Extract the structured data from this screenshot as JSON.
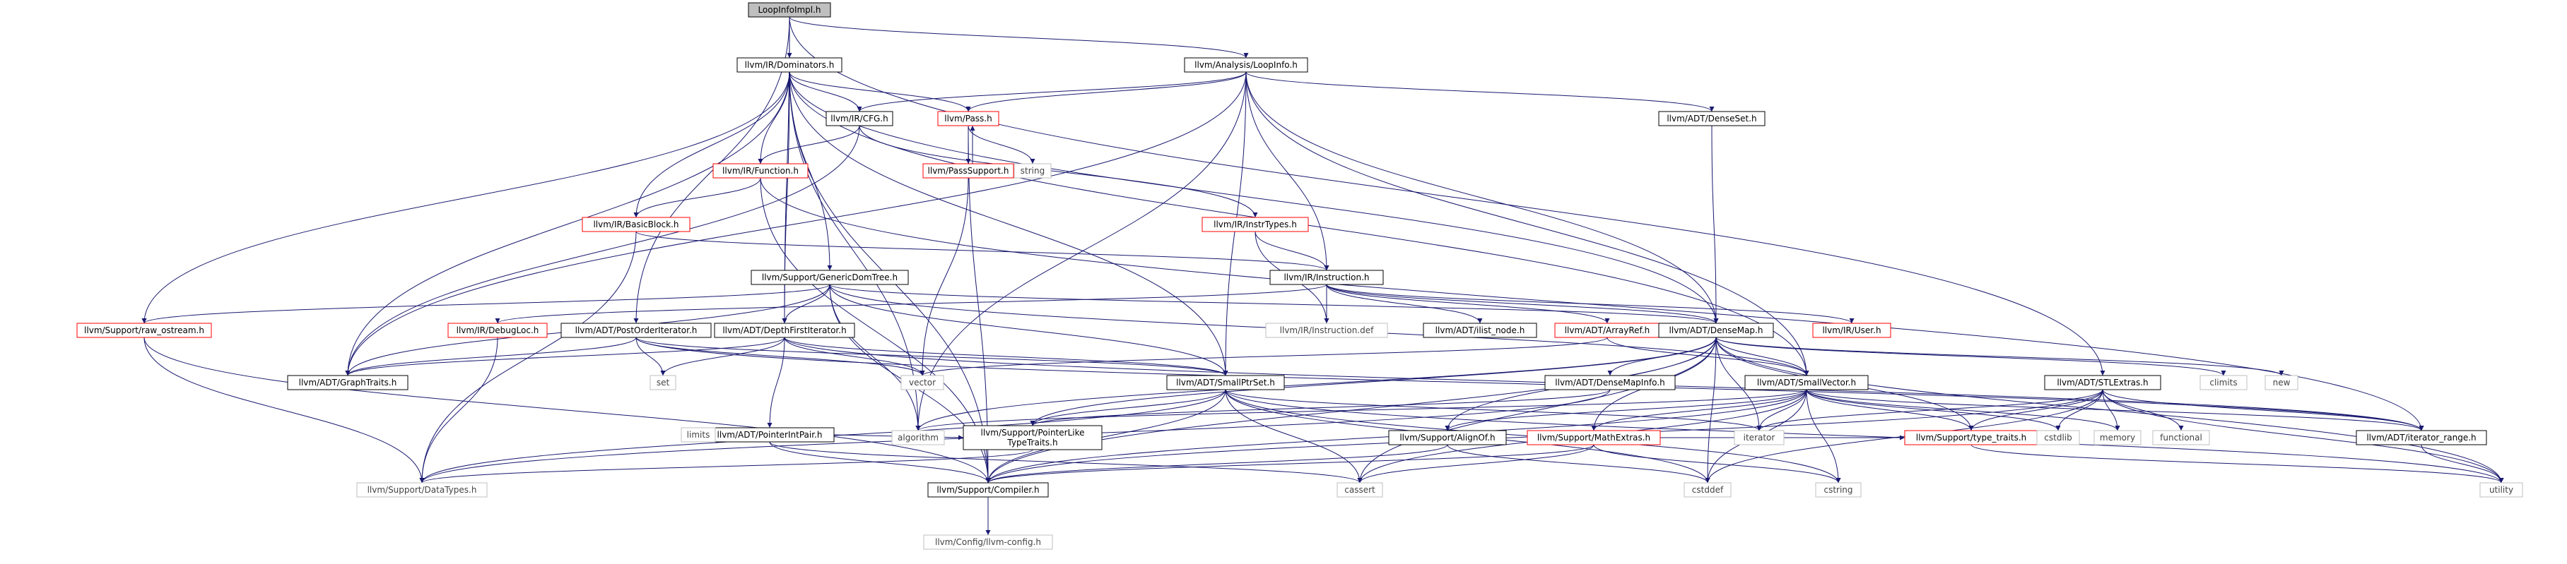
{
  "diagram": {
    "type": "include-dependency-graph",
    "colors": {
      "edge": "#191970",
      "root_fill": "#bfbfbf",
      "node_border": "#000000",
      "documented_border_red": "#ff0000",
      "external_border": "#bfbfbf",
      "external_text": "#444444"
    },
    "nodes": [
      {
        "id": "loopinfoimpl",
        "label": "LoopInfoImpl.h",
        "kind": "root"
      },
      {
        "id": "dominators",
        "label": "llvm/IR/Dominators.h",
        "kind": "normal"
      },
      {
        "id": "loopinfo",
        "label": "llvm/Analysis/LoopInfo.h",
        "kind": "normal"
      },
      {
        "id": "cfg",
        "label": "llvm/IR/CFG.h",
        "kind": "normal"
      },
      {
        "id": "pass",
        "label": "llvm/Pass.h",
        "kind": "red"
      },
      {
        "id": "denseset",
        "label": "llvm/ADT/DenseSet.h",
        "kind": "normal"
      },
      {
        "id": "passsupport",
        "label": "llvm/PassSupport.h",
        "kind": "red"
      },
      {
        "id": "string",
        "label": "string",
        "kind": "external"
      },
      {
        "id": "function",
        "label": "llvm/IR/Function.h",
        "kind": "red"
      },
      {
        "id": "instrtypes",
        "label": "llvm/IR/InstrTypes.h",
        "kind": "red"
      },
      {
        "id": "basicblock",
        "label": "llvm/IR/BasicBlock.h",
        "kind": "red"
      },
      {
        "id": "genericdomtree",
        "label": "llvm/Support/GenericDomTree.h",
        "kind": "normal"
      },
      {
        "id": "instruction",
        "label": "llvm/IR/Instruction.h",
        "kind": "normal"
      },
      {
        "id": "rawostream",
        "label": "llvm/Support/raw_ostream.h",
        "kind": "red"
      },
      {
        "id": "debugloc",
        "label": "llvm/IR/DebugLoc.h",
        "kind": "red"
      },
      {
        "id": "postorder",
        "label": "llvm/ADT/PostOrderIterator.h",
        "kind": "normal"
      },
      {
        "id": "dfi",
        "label": "llvm/ADT/DepthFirstIterator.h",
        "kind": "normal"
      },
      {
        "id": "instructiondef",
        "label": "llvm/IR/Instruction.def",
        "kind": "external"
      },
      {
        "id": "ilistnode",
        "label": "llvm/ADT/ilist_node.h",
        "kind": "normal"
      },
      {
        "id": "arrayref",
        "label": "llvm/ADT/ArrayRef.h",
        "kind": "red"
      },
      {
        "id": "densemap",
        "label": "llvm/ADT/DenseMap.h",
        "kind": "normal"
      },
      {
        "id": "user",
        "label": "llvm/IR/User.h",
        "kind": "red"
      },
      {
        "id": "graphtraits",
        "label": "llvm/ADT/GraphTraits.h",
        "kind": "normal"
      },
      {
        "id": "set",
        "label": "set",
        "kind": "external"
      },
      {
        "id": "vector",
        "label": "vector",
        "kind": "external"
      },
      {
        "id": "smallptrset",
        "label": "llvm/ADT/SmallPtrSet.h",
        "kind": "normal"
      },
      {
        "id": "densemapinfo",
        "label": "llvm/ADT/DenseMapInfo.h",
        "kind": "normal"
      },
      {
        "id": "smallvector",
        "label": "llvm/ADT/SmallVector.h",
        "kind": "normal"
      },
      {
        "id": "stlextras",
        "label": "llvm/ADT/STLExtras.h",
        "kind": "normal"
      },
      {
        "id": "climits",
        "label": "climits",
        "kind": "external"
      },
      {
        "id": "new",
        "label": "new",
        "kind": "external"
      },
      {
        "id": "pointerintpair",
        "label": "llvm/ADT/PointerIntPair.h",
        "kind": "normal"
      },
      {
        "id": "limits",
        "label": "limits",
        "kind": "external"
      },
      {
        "id": "algorithm",
        "label": "algorithm",
        "kind": "external"
      },
      {
        "id": "pointerlike",
        "label": "llvm/Support/PointerLike\nTypeTraits.h",
        "kind": "normal"
      },
      {
        "id": "iterator",
        "label": "iterator",
        "kind": "external"
      },
      {
        "id": "alignof",
        "label": "llvm/Support/AlignOf.h",
        "kind": "normal"
      },
      {
        "id": "mathextras",
        "label": "llvm/Support/MathExtras.h",
        "kind": "red"
      },
      {
        "id": "typetraits",
        "label": "llvm/Support/type_traits.h",
        "kind": "red"
      },
      {
        "id": "cstdlib",
        "label": "cstdlib",
        "kind": "external"
      },
      {
        "id": "memory",
        "label": "memory",
        "kind": "external"
      },
      {
        "id": "functional",
        "label": "functional",
        "kind": "external"
      },
      {
        "id": "iteratorrange",
        "label": "llvm/ADT/iterator_range.h",
        "kind": "normal"
      },
      {
        "id": "datatypes",
        "label": "llvm/Support/DataTypes.h",
        "kind": "external"
      },
      {
        "id": "compiler",
        "label": "llvm/Support/Compiler.h",
        "kind": "normal"
      },
      {
        "id": "cassert",
        "label": "cassert",
        "kind": "external"
      },
      {
        "id": "cstddef",
        "label": "cstddef",
        "kind": "external"
      },
      {
        "id": "cstring",
        "label": "cstring",
        "kind": "external"
      },
      {
        "id": "utility",
        "label": "utility",
        "kind": "external"
      },
      {
        "id": "llvmconfig",
        "label": "llvm/Config/llvm-config.h",
        "kind": "external"
      }
    ],
    "edges": [
      [
        "loopinfoimpl",
        "dominators"
      ],
      [
        "loopinfoimpl",
        "loopinfo"
      ],
      [
        "loopinfoimpl",
        "postorder"
      ],
      [
        "loopinfoimpl",
        "dfi"
      ],
      [
        "loopinfoimpl",
        "stlextras"
      ],
      [
        "dominators",
        "cfg"
      ],
      [
        "dominators",
        "pass"
      ],
      [
        "dominators",
        "function"
      ],
      [
        "dominators",
        "basicblock"
      ],
      [
        "dominators",
        "genericdomtree"
      ],
      [
        "dominators",
        "rawostream"
      ],
      [
        "dominators",
        "graphtraits"
      ],
      [
        "dominators",
        "dfi"
      ],
      [
        "dominators",
        "densemap"
      ],
      [
        "dominators",
        "smallptrset"
      ],
      [
        "dominators",
        "smallvector"
      ],
      [
        "dominators",
        "algorithm"
      ],
      [
        "dominators",
        "compiler"
      ],
      [
        "loopinfo",
        "cfg"
      ],
      [
        "loopinfo",
        "pass"
      ],
      [
        "loopinfo",
        "denseset"
      ],
      [
        "loopinfo",
        "instruction"
      ],
      [
        "loopinfo",
        "graphtraits"
      ],
      [
        "loopinfo",
        "densemap"
      ],
      [
        "loopinfo",
        "smallptrset"
      ],
      [
        "loopinfo",
        "smallvector"
      ],
      [
        "loopinfo",
        "algorithm"
      ],
      [
        "cfg",
        "function"
      ],
      [
        "cfg",
        "instrtypes"
      ],
      [
        "cfg",
        "graphtraits"
      ],
      [
        "pass",
        "passsupport"
      ],
      [
        "pass",
        "string"
      ],
      [
        "pass",
        "compiler"
      ],
      [
        "passsupport",
        "pass"
      ],
      [
        "passsupport",
        "vector"
      ],
      [
        "denseset",
        "densemap"
      ],
      [
        "function",
        "basicblock"
      ],
      [
        "function",
        "iteratorrange"
      ],
      [
        "function",
        "compiler"
      ],
      [
        "basicblock",
        "instruction"
      ],
      [
        "basicblock",
        "datatypes"
      ],
      [
        "instrtypes",
        "instruction"
      ],
      [
        "instrtypes",
        "instructiondef"
      ],
      [
        "genericdomtree",
        "rawostream"
      ],
      [
        "genericdomtree",
        "graphtraits"
      ],
      [
        "genericdomtree",
        "dfi"
      ],
      [
        "genericdomtree",
        "densemap"
      ],
      [
        "genericdomtree",
        "smallptrset"
      ],
      [
        "genericdomtree",
        "smallvector"
      ],
      [
        "genericdomtree",
        "algorithm"
      ],
      [
        "genericdomtree",
        "compiler"
      ],
      [
        "instruction",
        "debugloc"
      ],
      [
        "instruction",
        "ilistnode"
      ],
      [
        "instruction",
        "instructiondef"
      ],
      [
        "instruction",
        "arrayref"
      ],
      [
        "instruction",
        "user"
      ],
      [
        "instruction",
        "densemap"
      ],
      [
        "rawostream",
        "datatypes"
      ],
      [
        "rawostream",
        "compiler"
      ],
      [
        "debugloc",
        "datatypes"
      ],
      [
        "postorder",
        "graphtraits"
      ],
      [
        "postorder",
        "set"
      ],
      [
        "postorder",
        "vector"
      ],
      [
        "postorder",
        "smallptrset"
      ],
      [
        "postorder",
        "iteratorrange"
      ],
      [
        "dfi",
        "graphtraits"
      ],
      [
        "dfi",
        "pointerintpair"
      ],
      [
        "dfi",
        "set"
      ],
      [
        "dfi",
        "vector"
      ],
      [
        "dfi",
        "smallptrset"
      ],
      [
        "dfi",
        "iteratorrange"
      ],
      [
        "arrayref",
        "smallvector"
      ],
      [
        "arrayref",
        "vector"
      ],
      [
        "densemap",
        "densemapinfo"
      ],
      [
        "densemap",
        "smallvector"
      ],
      [
        "densemap",
        "alignof"
      ],
      [
        "densemap",
        "mathextras"
      ],
      [
        "densemap",
        "pointerlike"
      ],
      [
        "densemap",
        "algorithm"
      ],
      [
        "densemap",
        "climits"
      ],
      [
        "densemap",
        "new"
      ],
      [
        "densemap",
        "iterator"
      ],
      [
        "densemap",
        "cassert"
      ],
      [
        "densemap",
        "cstddef"
      ],
      [
        "densemap",
        "utility"
      ],
      [
        "densemap",
        "typetraits"
      ],
      [
        "densemap",
        "compiler"
      ],
      [
        "smallptrset",
        "pointerlike"
      ],
      [
        "smallptrset",
        "iterator"
      ],
      [
        "smallptrset",
        "cassert"
      ],
      [
        "smallptrset",
        "cstddef"
      ],
      [
        "smallptrset",
        "cstring"
      ],
      [
        "smallptrset",
        "utility"
      ],
      [
        "smallptrset",
        "compiler"
      ],
      [
        "smallptrset",
        "datatypes"
      ],
      [
        "densemapinfo",
        "pointerlike"
      ],
      [
        "densemapinfo",
        "datatypes"
      ],
      [
        "smallvector",
        "alignof"
      ],
      [
        "smallvector",
        "mathextras"
      ],
      [
        "smallvector",
        "typetraits"
      ],
      [
        "smallvector",
        "iteratorrange"
      ],
      [
        "smallvector",
        "algorithm"
      ],
      [
        "smallvector",
        "iterator"
      ],
      [
        "smallvector",
        "cstdlib"
      ],
      [
        "smallvector",
        "memory"
      ],
      [
        "smallvector",
        "cassert"
      ],
      [
        "smallvector",
        "cstddef"
      ],
      [
        "smallvector",
        "cstring"
      ],
      [
        "smallvector",
        "compiler"
      ],
      [
        "stlextras",
        "iteratorrange"
      ],
      [
        "stlextras",
        "compiler"
      ],
      [
        "stlextras",
        "typetraits"
      ],
      [
        "stlextras",
        "cstdlib"
      ],
      [
        "stlextras",
        "memory"
      ],
      [
        "stlextras",
        "functional"
      ],
      [
        "stlextras",
        "iterator"
      ],
      [
        "stlextras",
        "cstddef"
      ],
      [
        "stlextras",
        "utility"
      ],
      [
        "pointerintpair",
        "pointerlike"
      ],
      [
        "pointerintpair",
        "limits"
      ],
      [
        "pointerintpair",
        "cassert"
      ],
      [
        "pointerintpair",
        "compiler"
      ],
      [
        "pointerlike",
        "datatypes"
      ],
      [
        "alignof",
        "compiler"
      ],
      [
        "alignof",
        "cstddef"
      ],
      [
        "mathextras",
        "compiler"
      ],
      [
        "mathextras",
        "cassert"
      ],
      [
        "mathextras",
        "cstring"
      ],
      [
        "mathextras",
        "typetraits"
      ],
      [
        "typetraits",
        "utility"
      ],
      [
        "iteratorrange",
        "utility"
      ],
      [
        "compiler",
        "llvmconfig"
      ]
    ]
  }
}
